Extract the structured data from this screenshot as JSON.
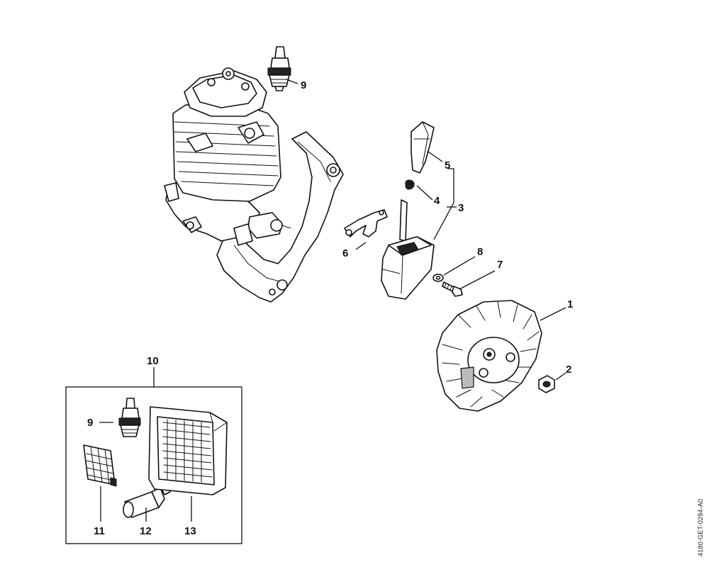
{
  "diagram": {
    "callouts": {
      "c1": "1",
      "c2": "2",
      "c3": "3",
      "c4": "4",
      "c5": "5",
      "c6": "6",
      "c7": "7",
      "c8": "8",
      "c9_top": "9",
      "c9_kit": "9",
      "c10": "10",
      "c11": "11",
      "c12": "12",
      "c13": "13"
    },
    "doc_ref": "4180-GET-0284-A0"
  }
}
